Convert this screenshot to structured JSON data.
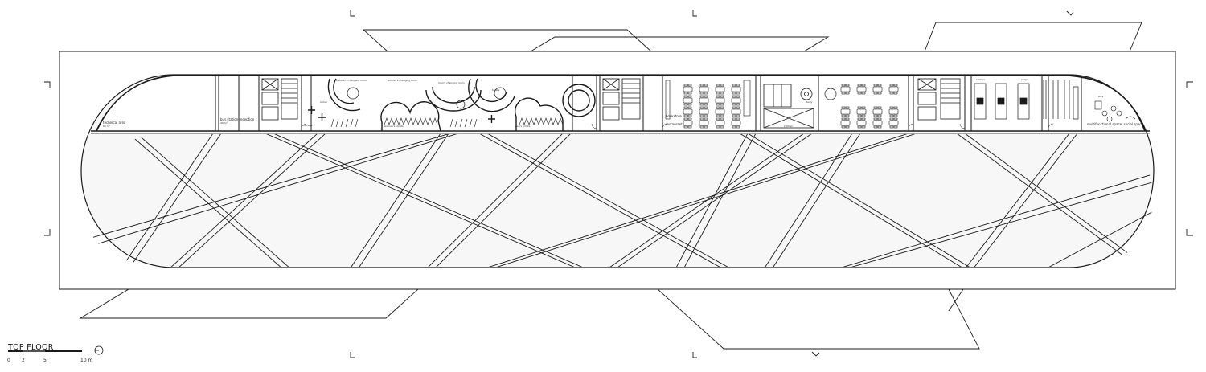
{
  "drawing": {
    "title": "TOP FLOOR",
    "scale": {
      "ticks": [
        "0",
        "2",
        "5",
        "10 m"
      ]
    }
  },
  "rooms": {
    "technical_area": "technical area",
    "technical_area_sub": "60 m²",
    "bus_station_reception": "bus station reception",
    "bus_station_sub": "40 m²",
    "locker_room": "locker",
    "children_changing_room": "children's changing room",
    "womens_changing_room": "women's changing room",
    "mens_changing_room": "men's changing room",
    "toilets": "toilets",
    "womens_toilets": "women's toilets",
    "mens_toilets": "men's toilets",
    "storage": "storage",
    "bookstore": "bookstore",
    "restaurant": "restaurant",
    "kitchen": "kitchen",
    "shops": "shops",
    "sofa": "sofa",
    "baby": "baby",
    "multifunctional": "multifunctional space, social space"
  },
  "colors": {
    "line": "#1a1a1a",
    "deck_fill": "#f7f7f7",
    "paper": "#ffffff"
  }
}
